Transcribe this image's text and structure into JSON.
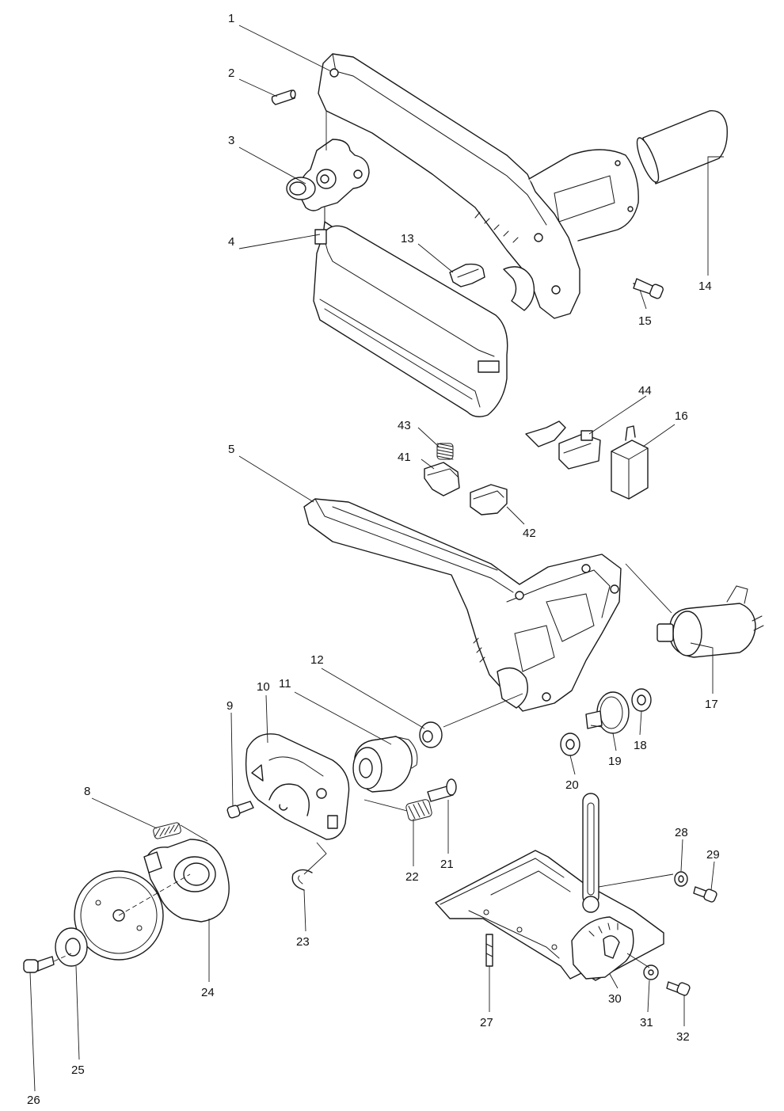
{
  "callouts": [
    {
      "id": "1",
      "label": "1"
    },
    {
      "id": "2",
      "label": "2"
    },
    {
      "id": "3",
      "label": "3"
    },
    {
      "id": "4",
      "label": "4"
    },
    {
      "id": "5",
      "label": "5"
    },
    {
      "id": "8",
      "label": "8"
    },
    {
      "id": "9",
      "label": "9"
    },
    {
      "id": "10",
      "label": "10"
    },
    {
      "id": "11",
      "label": "11"
    },
    {
      "id": "12",
      "label": "12"
    },
    {
      "id": "13",
      "label": "13"
    },
    {
      "id": "14",
      "label": "14"
    },
    {
      "id": "15",
      "label": "15"
    },
    {
      "id": "16",
      "label": "16"
    },
    {
      "id": "17",
      "label": "17"
    },
    {
      "id": "18",
      "label": "18"
    },
    {
      "id": "19",
      "label": "19"
    },
    {
      "id": "20",
      "label": "20"
    },
    {
      "id": "21",
      "label": "21"
    },
    {
      "id": "22",
      "label": "22"
    },
    {
      "id": "23",
      "label": "23"
    },
    {
      "id": "24",
      "label": "24"
    },
    {
      "id": "25",
      "label": "25"
    },
    {
      "id": "26",
      "label": "26"
    },
    {
      "id": "27",
      "label": "27"
    },
    {
      "id": "28",
      "label": "28"
    },
    {
      "id": "29",
      "label": "29"
    },
    {
      "id": "30",
      "label": "30"
    },
    {
      "id": "31",
      "label": "31"
    },
    {
      "id": "32",
      "label": "32"
    },
    {
      "id": "41",
      "label": "41"
    },
    {
      "id": "42",
      "label": "42"
    },
    {
      "id": "43",
      "label": "43"
    },
    {
      "id": "44",
      "label": "44"
    }
  ]
}
